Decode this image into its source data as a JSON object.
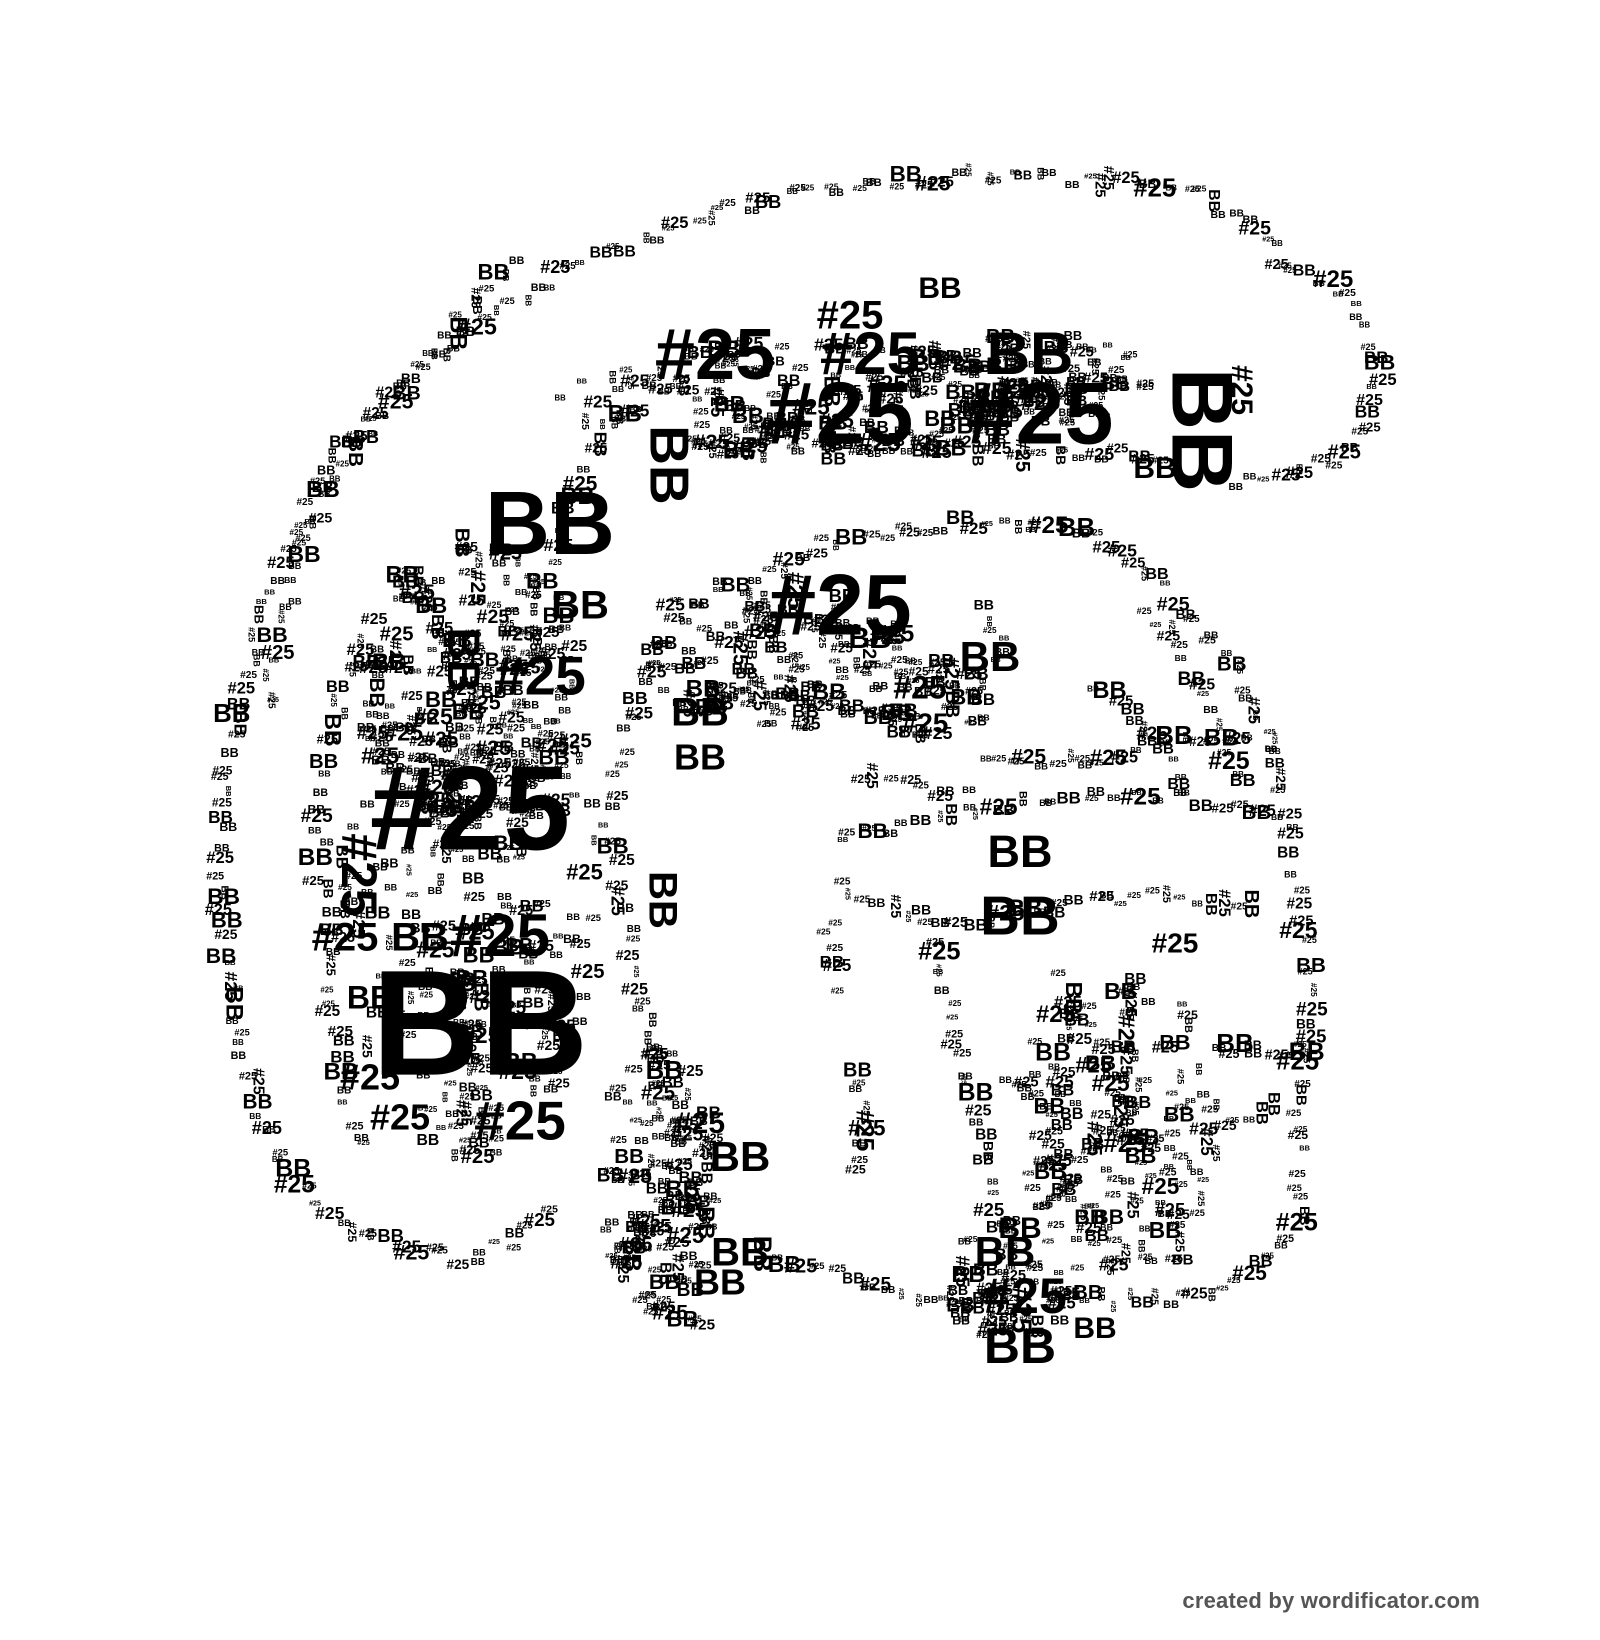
{
  "word_cloud": {
    "words": [
      "BB",
      "#25"
    ],
    "text_color": "#000000",
    "background_color": "#ffffff"
  },
  "credit": {
    "text": "created by wordificator.com",
    "color": "#555555"
  }
}
